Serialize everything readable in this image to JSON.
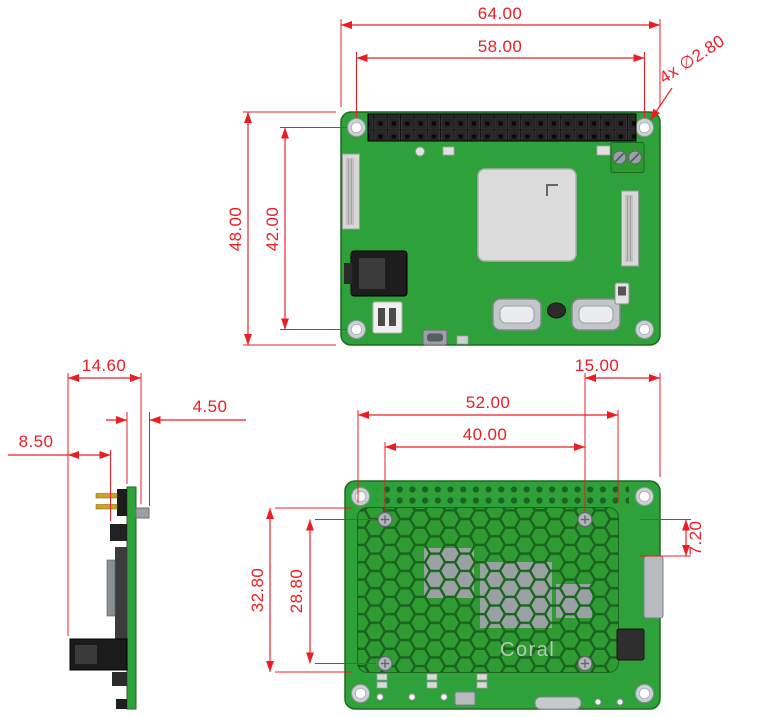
{
  "colors": {
    "dimension_red": "#ec1c24",
    "pcb_green": "#2fa13a",
    "pcb_green_dark": "#1d6b21",
    "heatsink_green": "#1c6420",
    "module_gray": "#dcdcdc"
  },
  "views": {
    "top": {
      "board_width": "64.00",
      "hole_span_width": "58.00",
      "board_height": "48.00",
      "hole_span_height": "42.00",
      "hole_note": "4x ∅2.80"
    },
    "side": {
      "overall_depth": "14.60",
      "top_offset": "4.50",
      "connector_depth": "8.50"
    },
    "bottom": {
      "heatsink_width": "52.00",
      "screw_span_width": "40.00",
      "edge_offset": "15.00",
      "heatsink_height": "32.80",
      "screw_span_height": "28.80",
      "right_offset": "7.20",
      "logo": "Coral"
    }
  }
}
